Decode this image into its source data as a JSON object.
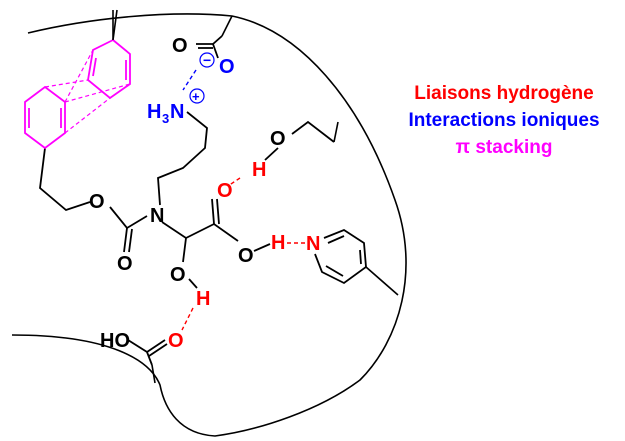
{
  "colors": {
    "hydrogen_bond": "#ff0000",
    "ionic": "#0000ff",
    "pi_stacking": "#ff00ff",
    "bond": "#000000"
  },
  "legend": {
    "hydrogen_bonds": "Liaisons hydrogène",
    "ionic_interactions": "Interactions ioniques",
    "pi_stacking": "π stacking"
  },
  "atoms": {
    "carboxylate_O": "O",
    "carboxylate_O_minus": "O",
    "minus_charge": "−",
    "ammonium_N": "N",
    "ammonium_H3": "H",
    "ammonium_H3_sub": "3",
    "plus_charge": "+",
    "site_O": "O",
    "site_H": "H",
    "carbonyl_O_acid": "O",
    "carbonyl_H": "H",
    "acid_OH_O": "O",
    "acid_OH_H": "H",
    "pyridine_N": "N",
    "carbamate_O_ester": "O",
    "carbamate_N": "N",
    "carbamate_O_carbonyl": "O",
    "hydroxyl_O": "O",
    "hydroxyl_H": "H",
    "site_acid_HO": "HO",
    "site_acid_O": "O"
  }
}
